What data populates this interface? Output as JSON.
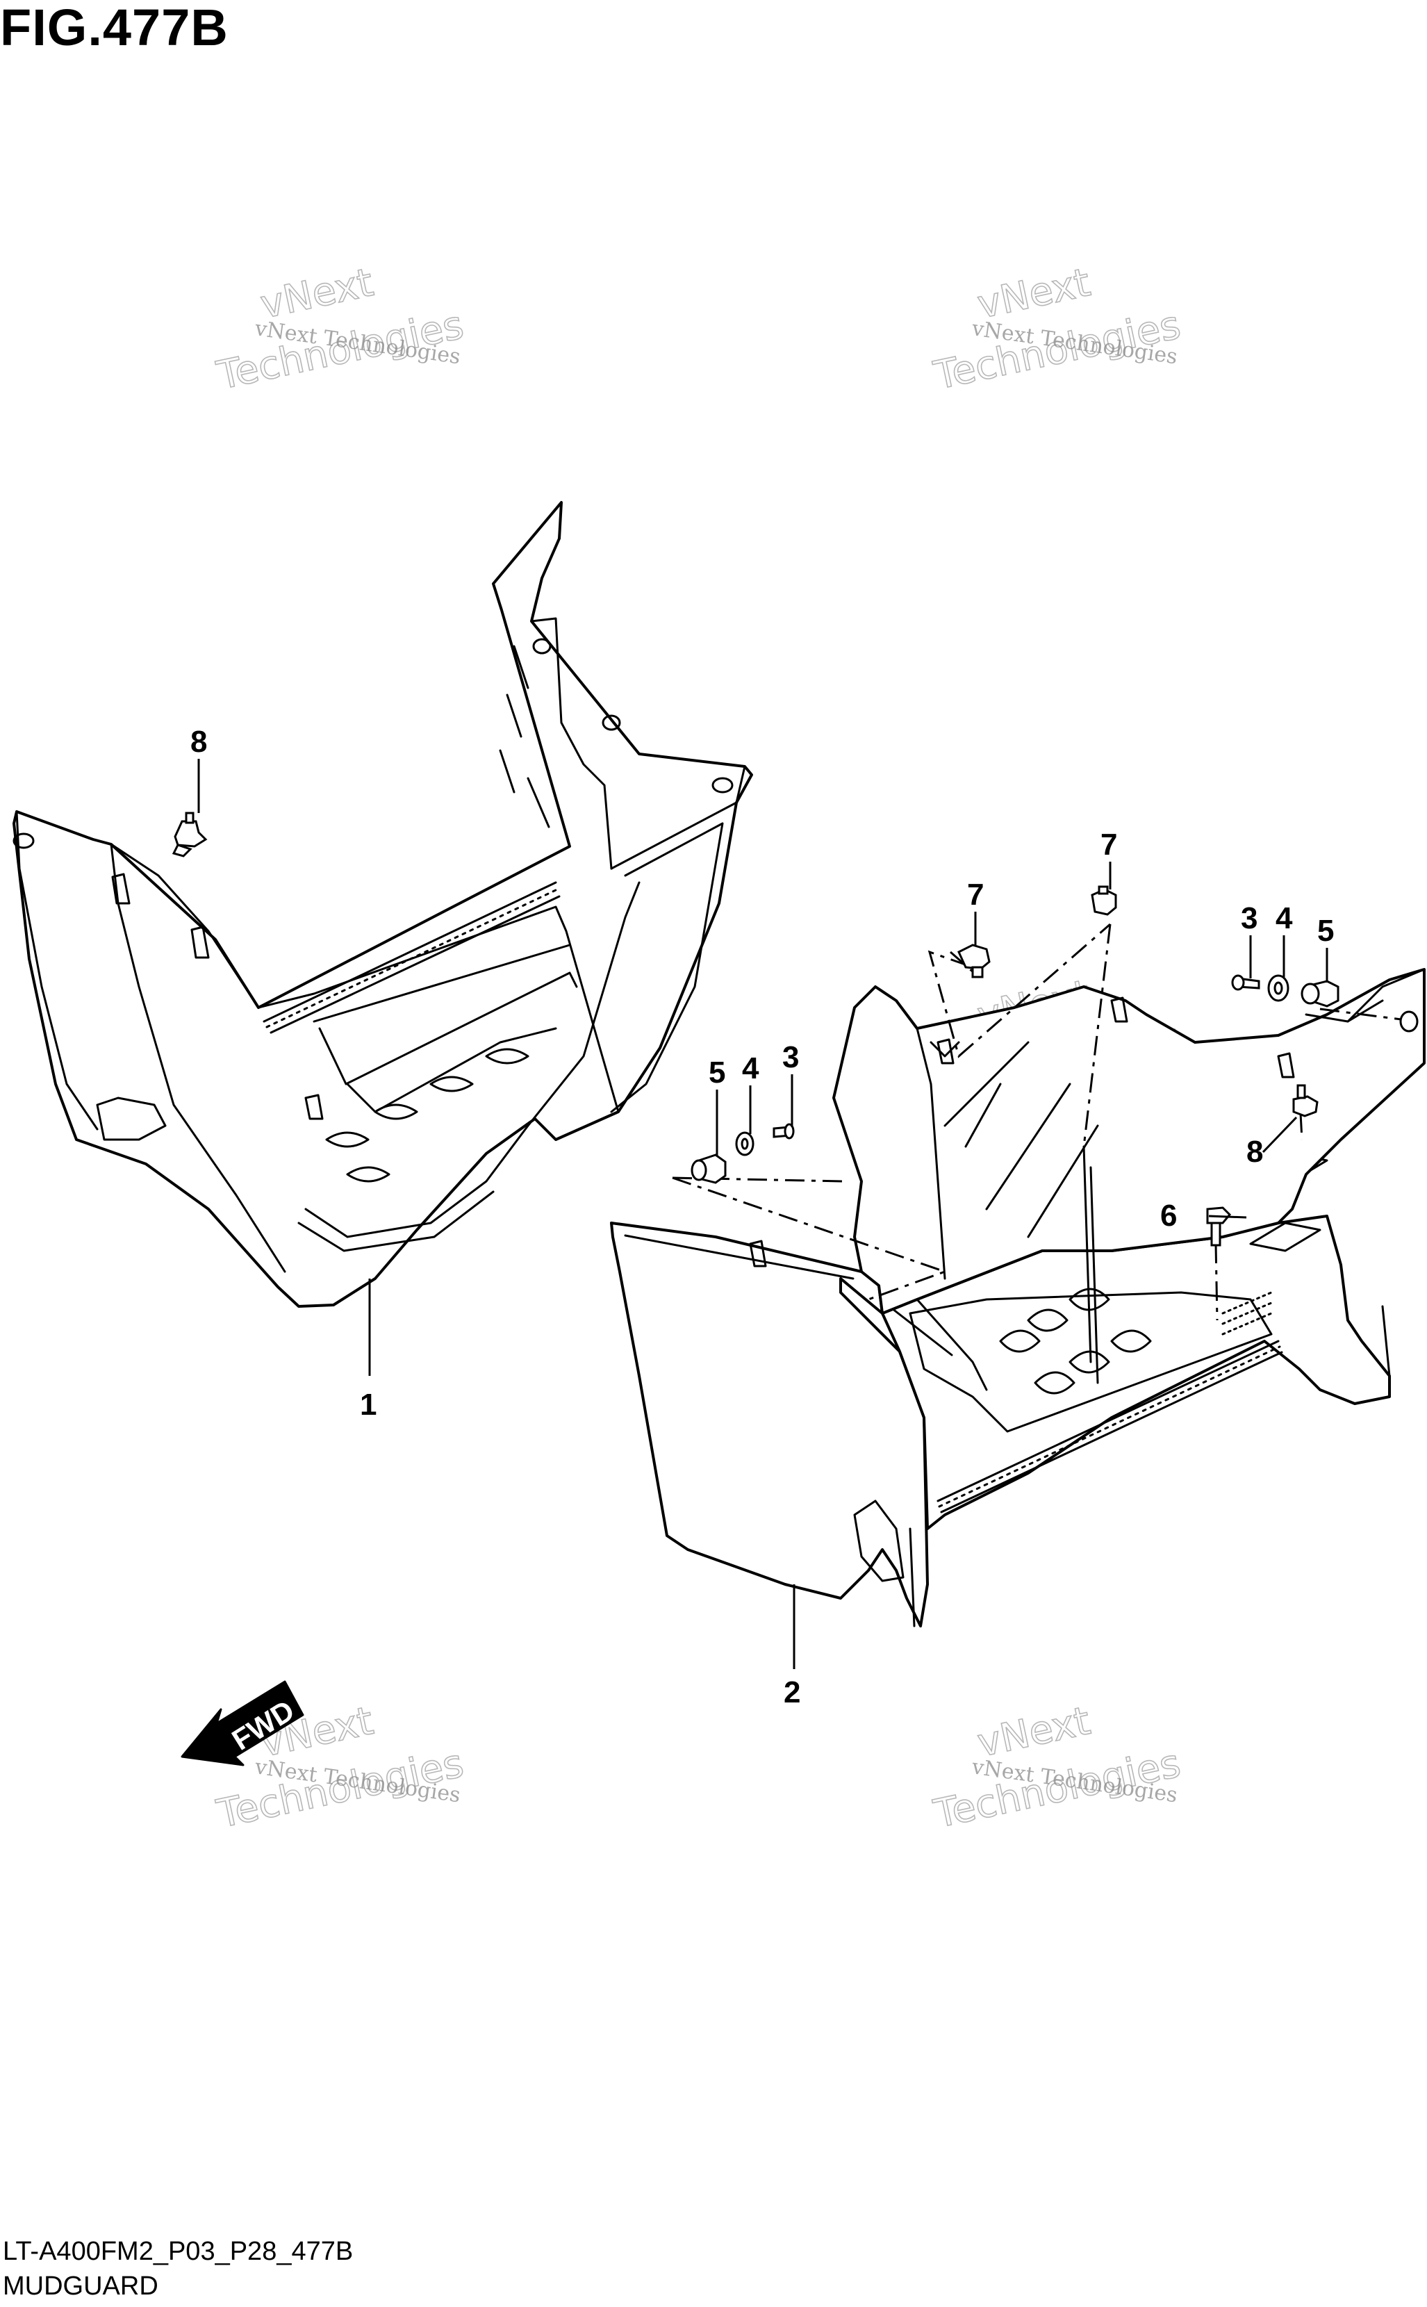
{
  "figure_title": "FIG.477B",
  "diagram_code": "LT-A400FM2_P03_P28_477B",
  "diagram_name": "MUDGUARD",
  "fwd_label": "FWD",
  "watermark": {
    "line1": "vNext Technologies",
    "line2": "vNext",
    "line3": "Technologies"
  },
  "callouts": {
    "part_1": "1",
    "part_2": "2",
    "part_3_left": "3",
    "part_3_right": "3",
    "part_4_left": "4",
    "part_4_right": "4",
    "part_5_left": "5",
    "part_5_right": "5",
    "part_6": "6",
    "part_7_left": "7",
    "part_7_right": "7",
    "part_8_left": "8",
    "part_8_right": "8"
  }
}
